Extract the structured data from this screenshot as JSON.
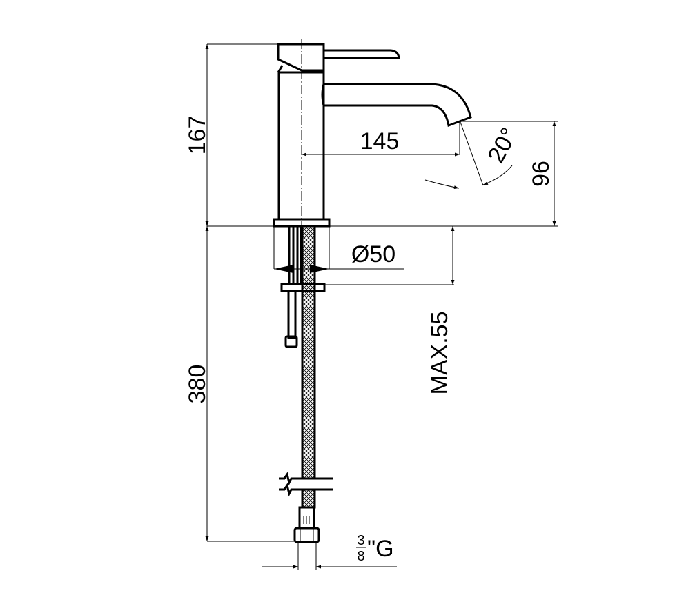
{
  "drawing": {
    "title": "Single-lever basin mixer technical drawing",
    "dimensions": {
      "overall_height": "167",
      "spout_reach": "145",
      "spout_height": "96",
      "spout_angle": "20°",
      "base_diameter": "Ø50",
      "max_deck_thickness": "MAX.55",
      "hose_length": "380",
      "connection_thread_num": "3",
      "connection_thread_den": "8",
      "connection_thread_suffix": "\"G"
    }
  }
}
